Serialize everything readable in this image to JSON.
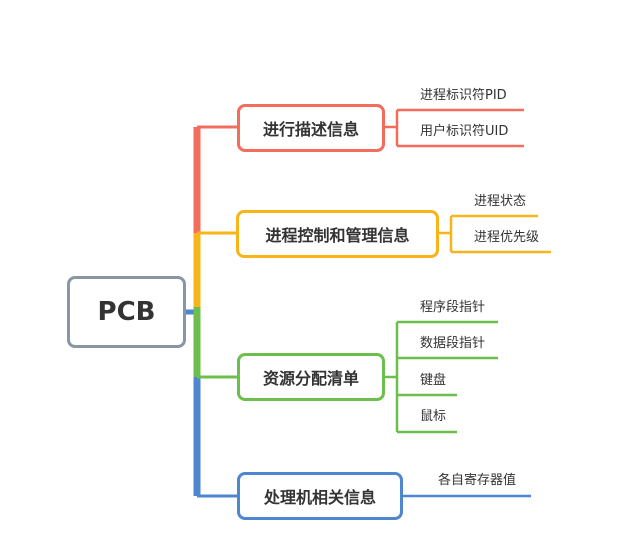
{
  "root": {
    "label": "PCB",
    "color": "#8a96a3"
  },
  "branches": [
    {
      "label": "进行描述信息",
      "color": "#f36c5c",
      "leaves": [
        "进程标识符PID",
        "用户标识符UID"
      ]
    },
    {
      "label": "进程控制和管理信息",
      "color": "#f7b51a",
      "leaves": [
        "进程状态",
        "进程优先级"
      ]
    },
    {
      "label": "资源分配清单",
      "color": "#6cbf4d",
      "leaves": [
        "程序段指针",
        "数据段指针",
        "键盘",
        "鼠标"
      ]
    },
    {
      "label": "处理机相关信息",
      "color": "#4f86d0",
      "leaves": [
        "各自寄存器值"
      ]
    }
  ]
}
